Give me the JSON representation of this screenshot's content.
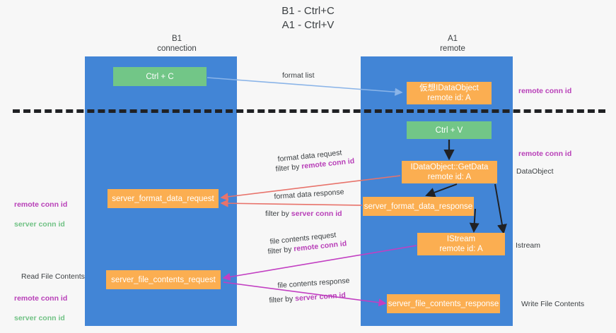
{
  "title": "B1 - Ctrl+C\nA1 - Ctrl+V",
  "columns": {
    "left": {
      "label": "B1\nconnection"
    },
    "right": {
      "label": "A1\nremote"
    }
  },
  "boxes": {
    "ctrl_c": {
      "label": "Ctrl + C",
      "color": "#72c687"
    },
    "idataobject": {
      "label": "仮想IDataObject\nremote id: A",
      "color": "#fbae51"
    },
    "ctrl_v": {
      "label": "Ctrl + V",
      "color": "#72c687"
    },
    "getdata": {
      "label": "IDataObject::GetData\nremote id: A",
      "color": "#fbae51"
    },
    "server_format_data_request": {
      "label": "server_format_data_request",
      "color": "#fbae51"
    },
    "server_format_data_response": {
      "label": "server_format_data_response",
      "color": "#fbae51"
    },
    "istream": {
      "label": "IStream\nremote id: A",
      "color": "#fbae51"
    },
    "server_file_contents_request": {
      "label": "server_file_contents_request",
      "color": "#fbae51"
    },
    "server_file_contents_response": {
      "label": "server_file_contents_response",
      "color": "#fbae51"
    }
  },
  "edges": {
    "format_list": "format list",
    "format_data_request": "format data request",
    "format_data_request_filter_prefix": "filter by ",
    "format_data_request_filter_key": "remote conn id",
    "format_data_response": "format data response",
    "format_data_response_filter_prefix": "filter by ",
    "format_data_response_filter_key": "server conn id",
    "file_contents_request": "file contents request",
    "file_contents_request_filter_prefix": "filter by ",
    "file_contents_request_filter_key": "remote conn id",
    "file_contents_response": "file contents response",
    "file_contents_response_filter_prefix": "filter by ",
    "file_contents_response_filter_key": "server conn id"
  },
  "annotations": {
    "right_remote_conn_id_top": "remote conn id",
    "right_remote_conn_id_mid": "remote conn id",
    "right_dataobject": "DataObject",
    "right_istream": "Istream",
    "right_write_file_contents": "Write File Contents",
    "left_remote_conn_id": "remote conn id",
    "left_server_conn_id": "server conn id",
    "left_read_file_contents": "Read File Contents",
    "left_remote_conn_id_2": "remote conn id",
    "left_server_conn_id_2": "server conn id"
  },
  "colors": {
    "lane": "#4285d6",
    "green_box": "#72c687",
    "orange_box": "#fbae51",
    "remote_key": "#b83fb8",
    "server_key": "#71c285",
    "arrow_blue": "#8ab4e8",
    "arrow_red": "#e8736b",
    "arrow_magenta": "#c23fc2",
    "arrow_dark": "#202124",
    "background": "#f7f7f7"
  }
}
